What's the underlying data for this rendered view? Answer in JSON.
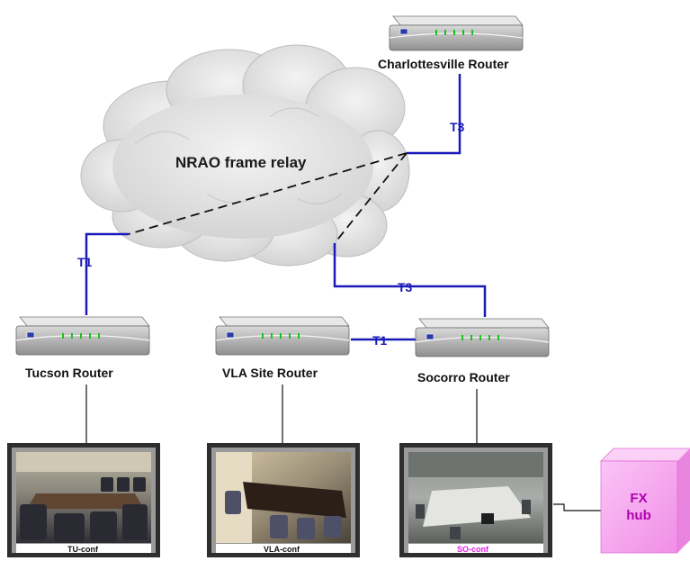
{
  "diagram": {
    "cloud_label": "NRAO frame relay",
    "routers": {
      "charlottesville": "Charlottesville Router",
      "tucson": "Tucson Router",
      "vla": "VLA Site Router",
      "socorro": "Socorro Router"
    },
    "links": {
      "cv_t3": "T3",
      "tucson_t1": "T1",
      "socorro_t3": "T3",
      "vla_socorro_t1": "T1"
    },
    "rooms": {
      "tucson": "TU-conf",
      "vla": "VLA-conf",
      "socorro": "SO-conf"
    },
    "hub": {
      "line1": "FX",
      "line2": "hub"
    },
    "colors": {
      "link": "#1a1ab8",
      "link_label": "#1a1ab8",
      "hub_fill": "#f7a6f0",
      "hub_text": "#b000b0",
      "so_label": "#e020e0",
      "cloud": "#d8d8d8"
    }
  }
}
